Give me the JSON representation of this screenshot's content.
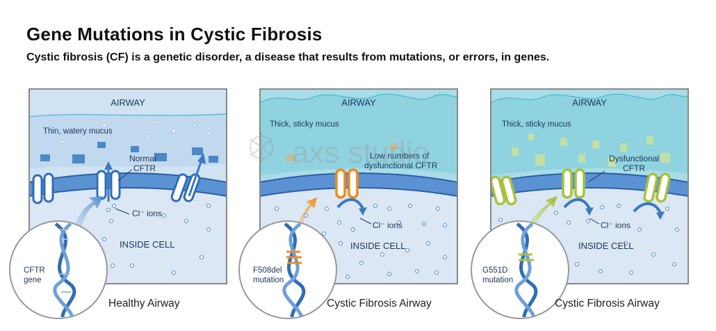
{
  "title": "Gene Mutations in Cystic Fibrosis",
  "subtitle": "Cystic fibrosis (CF) is a genetic disorder, a disease that results from mutations, or errors, in genes.",
  "watermark": "axs studio",
  "panels": [
    {
      "airway_label": "AIRWAY",
      "mucus_label": "Thin, watery mucus",
      "cftr_label_1": "Normal",
      "cftr_label_2": "CFTR",
      "ions_label": "Cl⁻ ions",
      "inside_label": "INSIDE CELL",
      "gene_label_1": "CFTR",
      "gene_label_2": "gene",
      "caption": "Healthy Airway"
    },
    {
      "airway_label": "AIRWAY",
      "mucus_label": "Thick, sticky mucus",
      "cftr_label_1": "Low numbers of",
      "cftr_label_2": "dysfunctional CFTR",
      "ions_label": "Cl⁻ ions",
      "inside_label": "INSIDE CELL",
      "gene_label_1": "F508del",
      "gene_label_2": "mutation",
      "caption": "Cystic Fibrosis Airway"
    },
    {
      "airway_label": "AIRWAY",
      "mucus_label": "Thick, sticky mucus",
      "cftr_label_1": "Dysfunctional",
      "cftr_label_2": "CFTR",
      "ions_label": "Cl⁻ ions",
      "inside_label": "INSIDE CELL",
      "gene_label_1": "G551D",
      "gene_label_2": "mutation",
      "caption": "Cystic Fibrosis Airway"
    }
  ],
  "colors": {
    "airway_healthy": "#cfe3f2",
    "airway_cf": "#a9dce6",
    "cell": "#dbe7f4",
    "membrane": "#3a78c2",
    "normal_channel": "#2f6db7",
    "f508del_channel": "#f08a1c",
    "g551d_channel": "#a8c23a",
    "mucus_particle": "#4f86c6",
    "mucus_particle_cf": "#c9e39a"
  }
}
